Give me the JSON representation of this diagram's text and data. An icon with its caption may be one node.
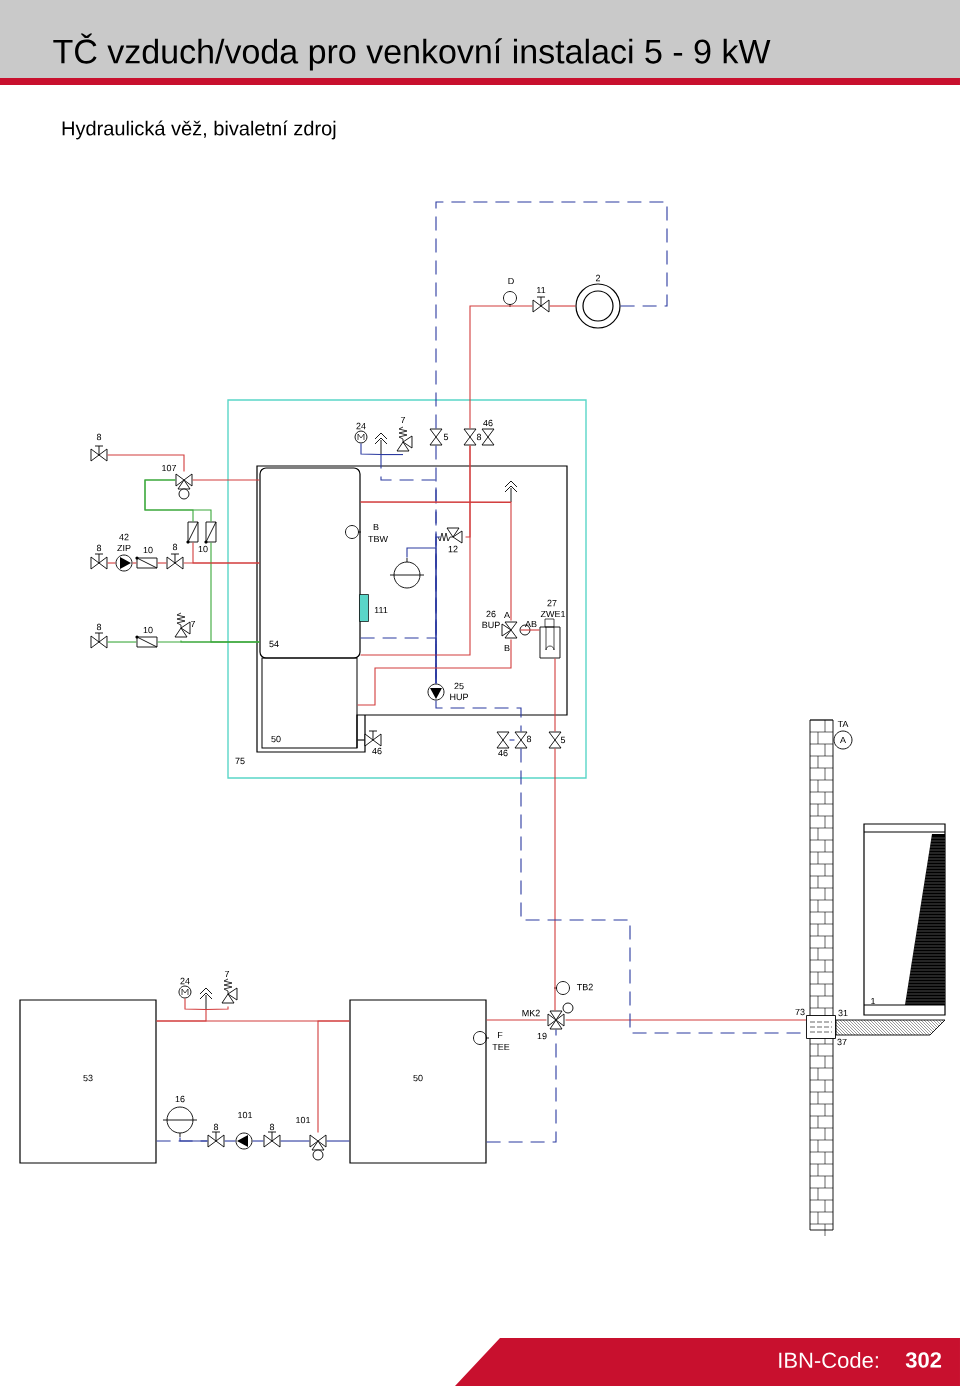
{
  "diagram": {
    "title": "TČ vzduch/voda pro venkovní instalaci  5 - 9 kW",
    "nodes": [
      {
        "text": [
          "75"
        ]
      },
      {
        "text": [
          "54"
        ],
        "in": 0
      },
      {
        "text": [
          "50"
        ],
        "in": 0
      },
      {
        "text": [
          "2"
        ]
      },
      {
        "text": [
          "53"
        ]
      },
      {
        "text": [
          "50"
        ]
      },
      {
        "text": [
          "1"
        ]
      },
      {
        "text": [
          "D"
        ]
      },
      {
        "text": [
          "11"
        ]
      },
      {
        "text": [
          "8"
        ]
      },
      {
        "text": [
          "24"
        ],
        "in": 0
      },
      {
        "text": [],
        "shape": "valve",
        "in": 0
      },
      {
        "text": [
          "7"
        ],
        "in": 0
      },
      {
        "text": [
          "5"
        ],
        "in": 0
      },
      {
        "text": [
          "8"
        ],
        "in": 0
      },
      {
        "text": [
          "46"
        ],
        "in": 0
      },
      {
        "text": [
          "107"
        ]
      },
      {
        "text": [],
        "shape": "valve",
        "in": 0
      },
      {
        "text": [
          "B",
          "TBW"
        ],
        "in": 0
      },
      {
        "text": [
          "12"
        ],
        "in": 0
      },
      {
        "text": [
          "8"
        ]
      },
      {
        "text": [
          "42",
          "ZIP"
        ]
      },
      {
        "text": [
          "10"
        ]
      },
      {
        "text": [
          "8"
        ]
      },
      {
        "text": [],
        "shape": "box"
      },
      {
        "text": [
          "10"
        ]
      },
      {
        "text": [],
        "shape": "circle",
        "in": 0
      },
      {
        "text": [
          "111"
        ],
        "in": 0
      },
      {
        "text": [
          "26",
          "A",
          "BUP",
          "AB",
          "B"
        ],
        "in": 0
      },
      {
        "text": [
          "27",
          "ZWE1"
        ],
        "in": 0
      },
      {
        "text": [
          "8"
        ]
      },
      {
        "text": [
          "10"
        ]
      },
      {
        "text": [
          "7"
        ]
      },
      {
        "text": [
          "25",
          "HUP"
        ],
        "in": 0
      },
      {
        "text": [
          "46"
        ],
        "in": 0
      },
      {
        "text": [
          "46"
        ],
        "in": 0
      },
      {
        "text": [
          "8"
        ],
        "in": 0
      },
      {
        "text": [
          "5"
        ],
        "in": 0
      },
      {
        "text": [
          "TA",
          "A"
        ]
      },
      {
        "text": [
          "24"
        ]
      },
      {
        "text": [],
        "shape": "valve"
      },
      {
        "text": [
          "7"
        ]
      },
      {
        "text": [
          "TB2"
        ]
      },
      {
        "text": [
          "MK2",
          "19"
        ]
      },
      {
        "text": [
          "F",
          "TEE"
        ]
      },
      {
        "text": [
          "16"
        ]
      },
      {
        "text": [
          "8"
        ]
      },
      {
        "text": [
          "101"
        ]
      },
      {
        "text": [
          "8"
        ]
      },
      {
        "text": [
          "101"
        ]
      },
      {
        "text": [],
        "shape": "box"
      }
    ],
    "edges": [
      {
        "from": 8,
        "to": 3,
        "arrow": "none",
        "color": "#d23c3c"
      },
      {
        "from": 14,
        "to": 8,
        "arrow": "none",
        "color": "#d23c3c"
      },
      {
        "from": 3,
        "to": 13,
        "arrow": "none",
        "style": "dashed",
        "color": "#2b3aa0"
      },
      {
        "from": 13,
        "to": 33,
        "arrow": "none",
        "style": "dashed",
        "color": "#2b3aa0"
      },
      {
        "from": 10,
        "to": 11,
        "arrow": "none",
        "color": "#2b3aa0"
      },
      {
        "from": 12,
        "to": 11,
        "arrow": "none",
        "color": "#2b3aa0"
      },
      {
        "from": 11,
        "to": 33,
        "arrow": "none",
        "style": "dashed",
        "color": "#2b3aa0"
      },
      {
        "from": 26,
        "to": 33,
        "arrow": "none",
        "color": "#2b3aa0"
      },
      {
        "from": 19,
        "to": 33,
        "arrow": "none",
        "color": "#2b3aa0"
      },
      {
        "from": 19,
        "to": 14,
        "arrow": "none",
        "color": "#d23c3c"
      },
      {
        "from": 14,
        "to": 1,
        "arrow": "none",
        "color": "#d23c3c"
      },
      {
        "from": 1,
        "to": 33,
        "arrow": "none",
        "style": "dashed",
        "color": "#2b3aa0"
      },
      {
        "from": 1,
        "to": 17,
        "arrow": "none",
        "color": "#d23c3c"
      },
      {
        "from": 1,
        "to": 28,
        "arrow": "none",
        "color": "#d23c3c"
      },
      {
        "from": 28,
        "to": 2,
        "arrow": "none",
        "color": "#d23c3c"
      },
      {
        "from": 28,
        "to": 29,
        "arrow": "none",
        "color": "#d23c3c"
      },
      {
        "from": 29,
        "to": 37,
        "arrow": "none",
        "color": "#d23c3c"
      },
      {
        "from": 37,
        "to": 43,
        "arrow": "none",
        "color": "#d23c3c"
      },
      {
        "from": 43,
        "to": 50,
        "arrow": "none",
        "color": "#d23c3c"
      },
      {
        "from": 5,
        "to": 43,
        "arrow": "none",
        "color": "#d23c3c"
      },
      {
        "from": 5,
        "to": 43,
        "arrow": "none",
        "style": "dashed",
        "color": "#2b3aa0"
      },
      {
        "from": 33,
        "to": 36,
        "arrow": "none",
        "style": "dashed",
        "color": "#2b3aa0"
      },
      {
        "from": 35,
        "to": 36,
        "arrow": "none",
        "color": "#2b3aa0"
      },
      {
        "from": 36,
        "to": 50,
        "arrow": "none",
        "style": "dashed",
        "color": "#2b3aa0"
      },
      {
        "from": 2,
        "to": 34,
        "arrow": "none",
        "color": "#000000"
      },
      {
        "from": 9,
        "to": 16,
        "arrow": "none",
        "color": "#d23c3c"
      },
      {
        "from": 16,
        "to": 1,
        "arrow": "none",
        "color": "#d23c3c"
      },
      {
        "from": 16,
        "to": 24,
        "arrow": "none",
        "color": "#3aa83a"
      },
      {
        "from": 16,
        "to": 25,
        "arrow": "none",
        "color": "#3aa83a"
      },
      {
        "from": 24,
        "to": 1,
        "arrow": "none",
        "color": "#d23c3c"
      },
      {
        "from": 25,
        "to": 1,
        "arrow": "none",
        "color": "#3aa83a"
      },
      {
        "from": 20,
        "to": 21,
        "arrow": "none",
        "color": "#d23c3c"
      },
      {
        "from": 21,
        "to": 22,
        "arrow": "none",
        "color": "#d23c3c"
      },
      {
        "from": 22,
        "to": 23,
        "arrow": "none",
        "color": "#d23c3c"
      },
      {
        "from": 23,
        "to": 1,
        "arrow": "none",
        "color": "#d23c3c"
      },
      {
        "from": 30,
        "to": 31,
        "arrow": "none",
        "color": "#3aa83a"
      },
      {
        "from": 31,
        "to": 1,
        "arrow": "none",
        "color": "#3aa83a"
      },
      {
        "from": 32,
        "to": 1,
        "arrow": "none",
        "color": "#3aa83a"
      },
      {
        "from": 4,
        "to": 5,
        "arrow": "none",
        "color": "#d23c3c"
      },
      {
        "from": 39,
        "to": 40,
        "arrow": "none",
        "color": "#d23c3c"
      },
      {
        "from": 41,
        "to": 40,
        "arrow": "none",
        "color": "#d23c3c"
      },
      {
        "from": 40,
        "to": 4,
        "arrow": "none",
        "color": "#d23c3c"
      },
      {
        "from": 5,
        "to": 49,
        "arrow": "none",
        "color": "#d23c3c"
      },
      {
        "from": 4,
        "to": 46,
        "arrow": "none",
        "style": "dashed",
        "color": "#2b3aa0"
      },
      {
        "from": 45,
        "to": 46,
        "arrow": "none",
        "color": "#2b3aa0"
      },
      {
        "from": 46,
        "to": 47,
        "arrow": "none",
        "color": "#2b3aa0"
      },
      {
        "from": 47,
        "to": 48,
        "arrow": "none",
        "color": "#2b3aa0"
      },
      {
        "from": 48,
        "to": 49,
        "arrow": "none",
        "color": "#2b3aa0"
      },
      {
        "from": 49,
        "to": 5,
        "arrow": "none",
        "color": "#2b3aa0"
      }
    ],
    "labels": [
      "Hydraulická věž, bivaletní zdroj",
      "73",
      "31",
      "37",
      "IBN-Code:",
      "302"
    ]
  }
}
